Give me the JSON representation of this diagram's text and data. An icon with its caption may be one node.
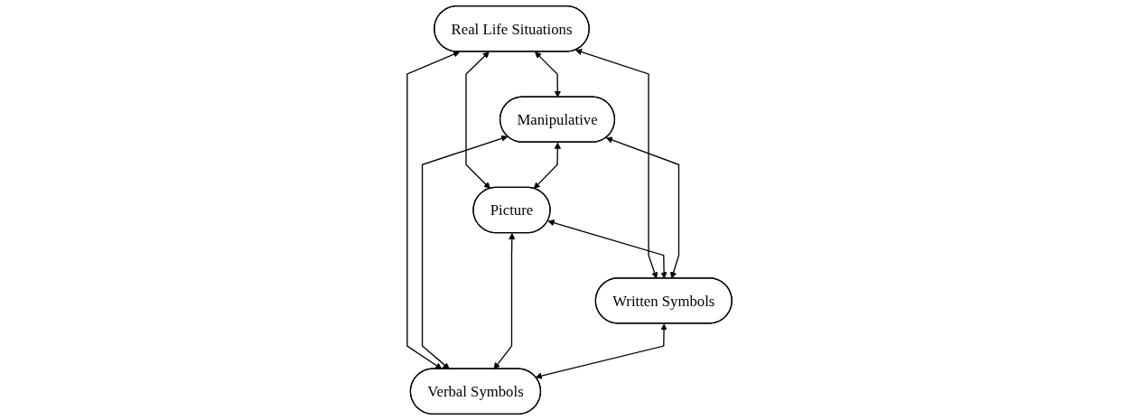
{
  "diagram": {
    "nodes": [
      {
        "text": [
          "Real Life Situations"
        ]
      },
      {
        "text": [
          "Manipulative"
        ]
      },
      {
        "text": [
          "Picture"
        ]
      },
      {
        "text": [
          "Written Symbols"
        ]
      },
      {
        "text": [
          "Verbal Symbols"
        ]
      }
    ],
    "edges": [
      {
        "from": 0,
        "to": 1,
        "arrow": "both"
      },
      {
        "from": 0,
        "to": 2,
        "arrow": "both"
      },
      {
        "from": 1,
        "to": 2,
        "arrow": "both"
      },
      {
        "from": 0,
        "to": 3,
        "arrow": "both"
      },
      {
        "from": 0,
        "to": 4,
        "arrow": "both"
      },
      {
        "from": 1,
        "to": 4,
        "arrow": "both"
      },
      {
        "from": 2,
        "to": 3,
        "arrow": "both"
      },
      {
        "from": 1,
        "to": 3,
        "arrow": "both"
      },
      {
        "from": 2,
        "to": 4,
        "arrow": "both"
      },
      {
        "from": 3,
        "to": 4,
        "arrow": "both"
      }
    ]
  }
}
